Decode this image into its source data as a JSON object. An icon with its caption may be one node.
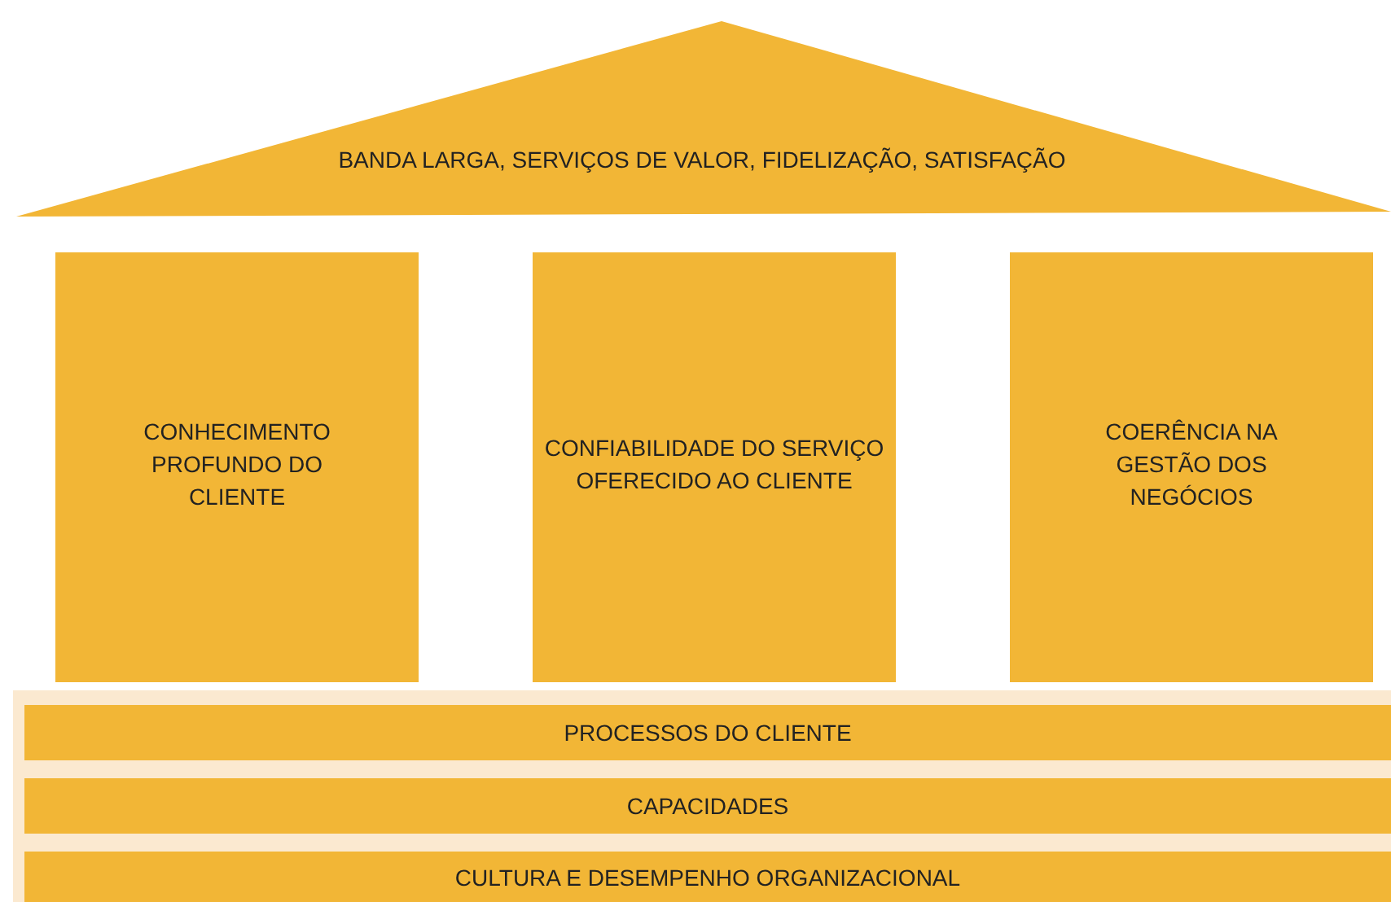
{
  "diagram": {
    "nodes": [
      {
        "text": [
          "BANDA LARGA, SERVIÇOS DE VALOR, FIDELIZAÇÃO, SATISFAÇÃO"
        ]
      },
      {
        "text": [
          "CONHECIMENTO PROFUNDO DO CLIENTE"
        ]
      },
      {
        "text": [
          "CONFIABILIDADE DO SERVIÇO OFERECIDO AO CLIENTE"
        ]
      },
      {
        "text": [
          "COERÊNCIA NA GESTÃO DOS NEGÓCIOS"
        ]
      },
      {
        "text": [],
        "shape": "box"
      },
      {
        "text": [
          "PROCESSOS DO CLIENTE"
        ],
        "in": 4
      },
      {
        "text": [
          "CAPACIDADES"
        ],
        "in": 4
      },
      {
        "text": [
          "CULTURA E DESEMPENHO ORGANIZACIONAL"
        ],
        "in": 4
      }
    ],
    "edges": []
  }
}
